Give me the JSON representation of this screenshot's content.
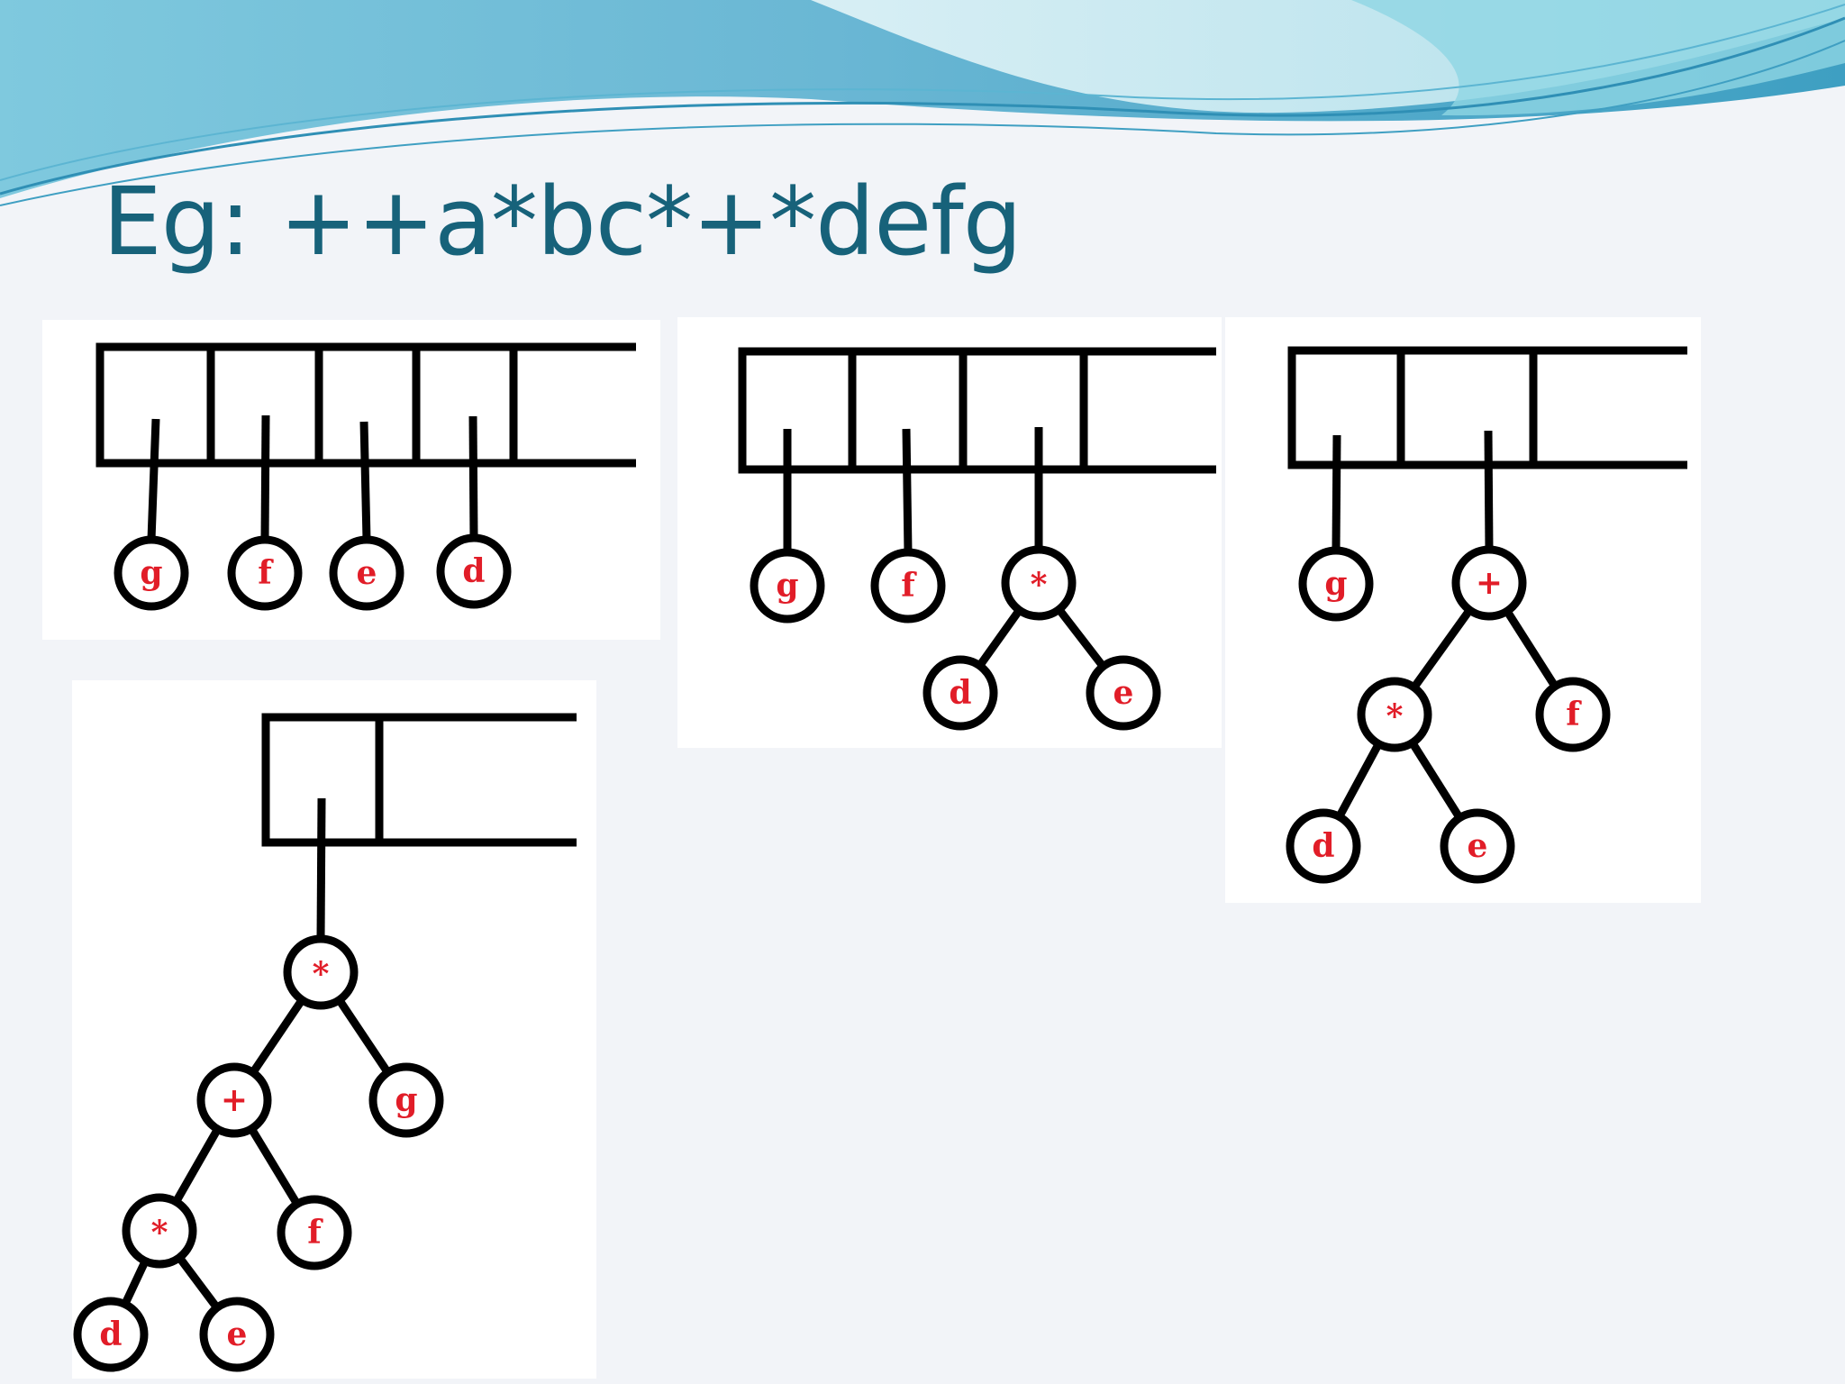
{
  "slide": {
    "title": "Eg: ++a*bc*+*defg"
  },
  "colors": {
    "title": "#17627a",
    "node_label": "#e11d28",
    "stroke": "#000000",
    "banner_light": "#a9e3ee",
    "banner_dark": "#4aa9c9"
  },
  "stack_snapshots": [
    {
      "id": "step1",
      "nodes": [
        {
          "id": "g",
          "label": "g"
        },
        {
          "id": "f",
          "label": "f"
        },
        {
          "id": "e",
          "label": "e"
        },
        {
          "id": "d",
          "label": "d"
        }
      ],
      "edges": []
    },
    {
      "id": "step2",
      "nodes": [
        {
          "id": "g",
          "label": "g"
        },
        {
          "id": "f",
          "label": "f"
        },
        {
          "id": "m1",
          "label": "*"
        },
        {
          "id": "d",
          "label": "d"
        },
        {
          "id": "e",
          "label": "e"
        }
      ],
      "edges": [
        [
          "m1",
          "d"
        ],
        [
          "m1",
          "e"
        ]
      ]
    },
    {
      "id": "step3",
      "nodes": [
        {
          "id": "g",
          "label": "g"
        },
        {
          "id": "p1",
          "label": "+"
        },
        {
          "id": "m1",
          "label": "*"
        },
        {
          "id": "f",
          "label": "f"
        },
        {
          "id": "d",
          "label": "d"
        },
        {
          "id": "e",
          "label": "e"
        }
      ],
      "edges": [
        [
          "p1",
          "m1"
        ],
        [
          "p1",
          "f"
        ],
        [
          "m1",
          "d"
        ],
        [
          "m1",
          "e"
        ]
      ]
    },
    {
      "id": "step4",
      "nodes": [
        {
          "id": "m2",
          "label": "*"
        },
        {
          "id": "p1",
          "label": "+"
        },
        {
          "id": "g",
          "label": "g"
        },
        {
          "id": "m1",
          "label": "*"
        },
        {
          "id": "f",
          "label": "f"
        },
        {
          "id": "d",
          "label": "d"
        },
        {
          "id": "e",
          "label": "e"
        }
      ],
      "edges": [
        [
          "m2",
          "p1"
        ],
        [
          "m2",
          "g"
        ],
        [
          "p1",
          "m1"
        ],
        [
          "p1",
          "f"
        ],
        [
          "m1",
          "d"
        ],
        [
          "m1",
          "e"
        ]
      ]
    }
  ]
}
